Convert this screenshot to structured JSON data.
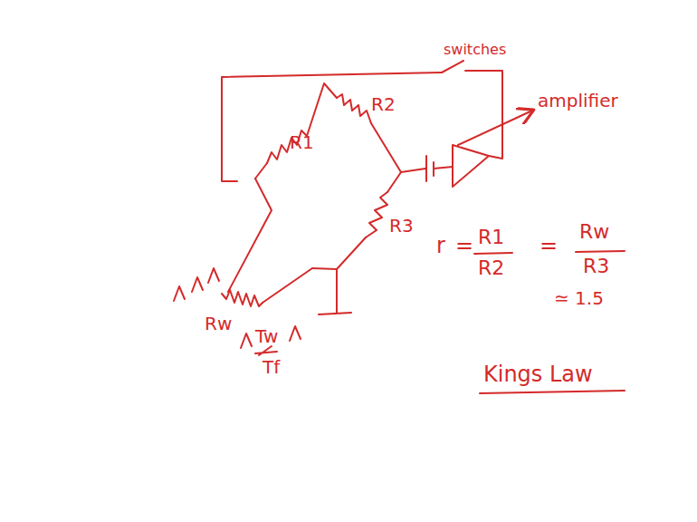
{
  "diagram": {
    "labels": [
      "switches",
      "amplifier",
      "R1",
      "R2",
      "R3",
      "Rw",
      "Tw",
      "Tf",
      "r",
      "=",
      "R1",
      "R2",
      "=",
      "Rw",
      "R3",
      "≃ 1.5",
      "Kings Law"
    ]
  }
}
